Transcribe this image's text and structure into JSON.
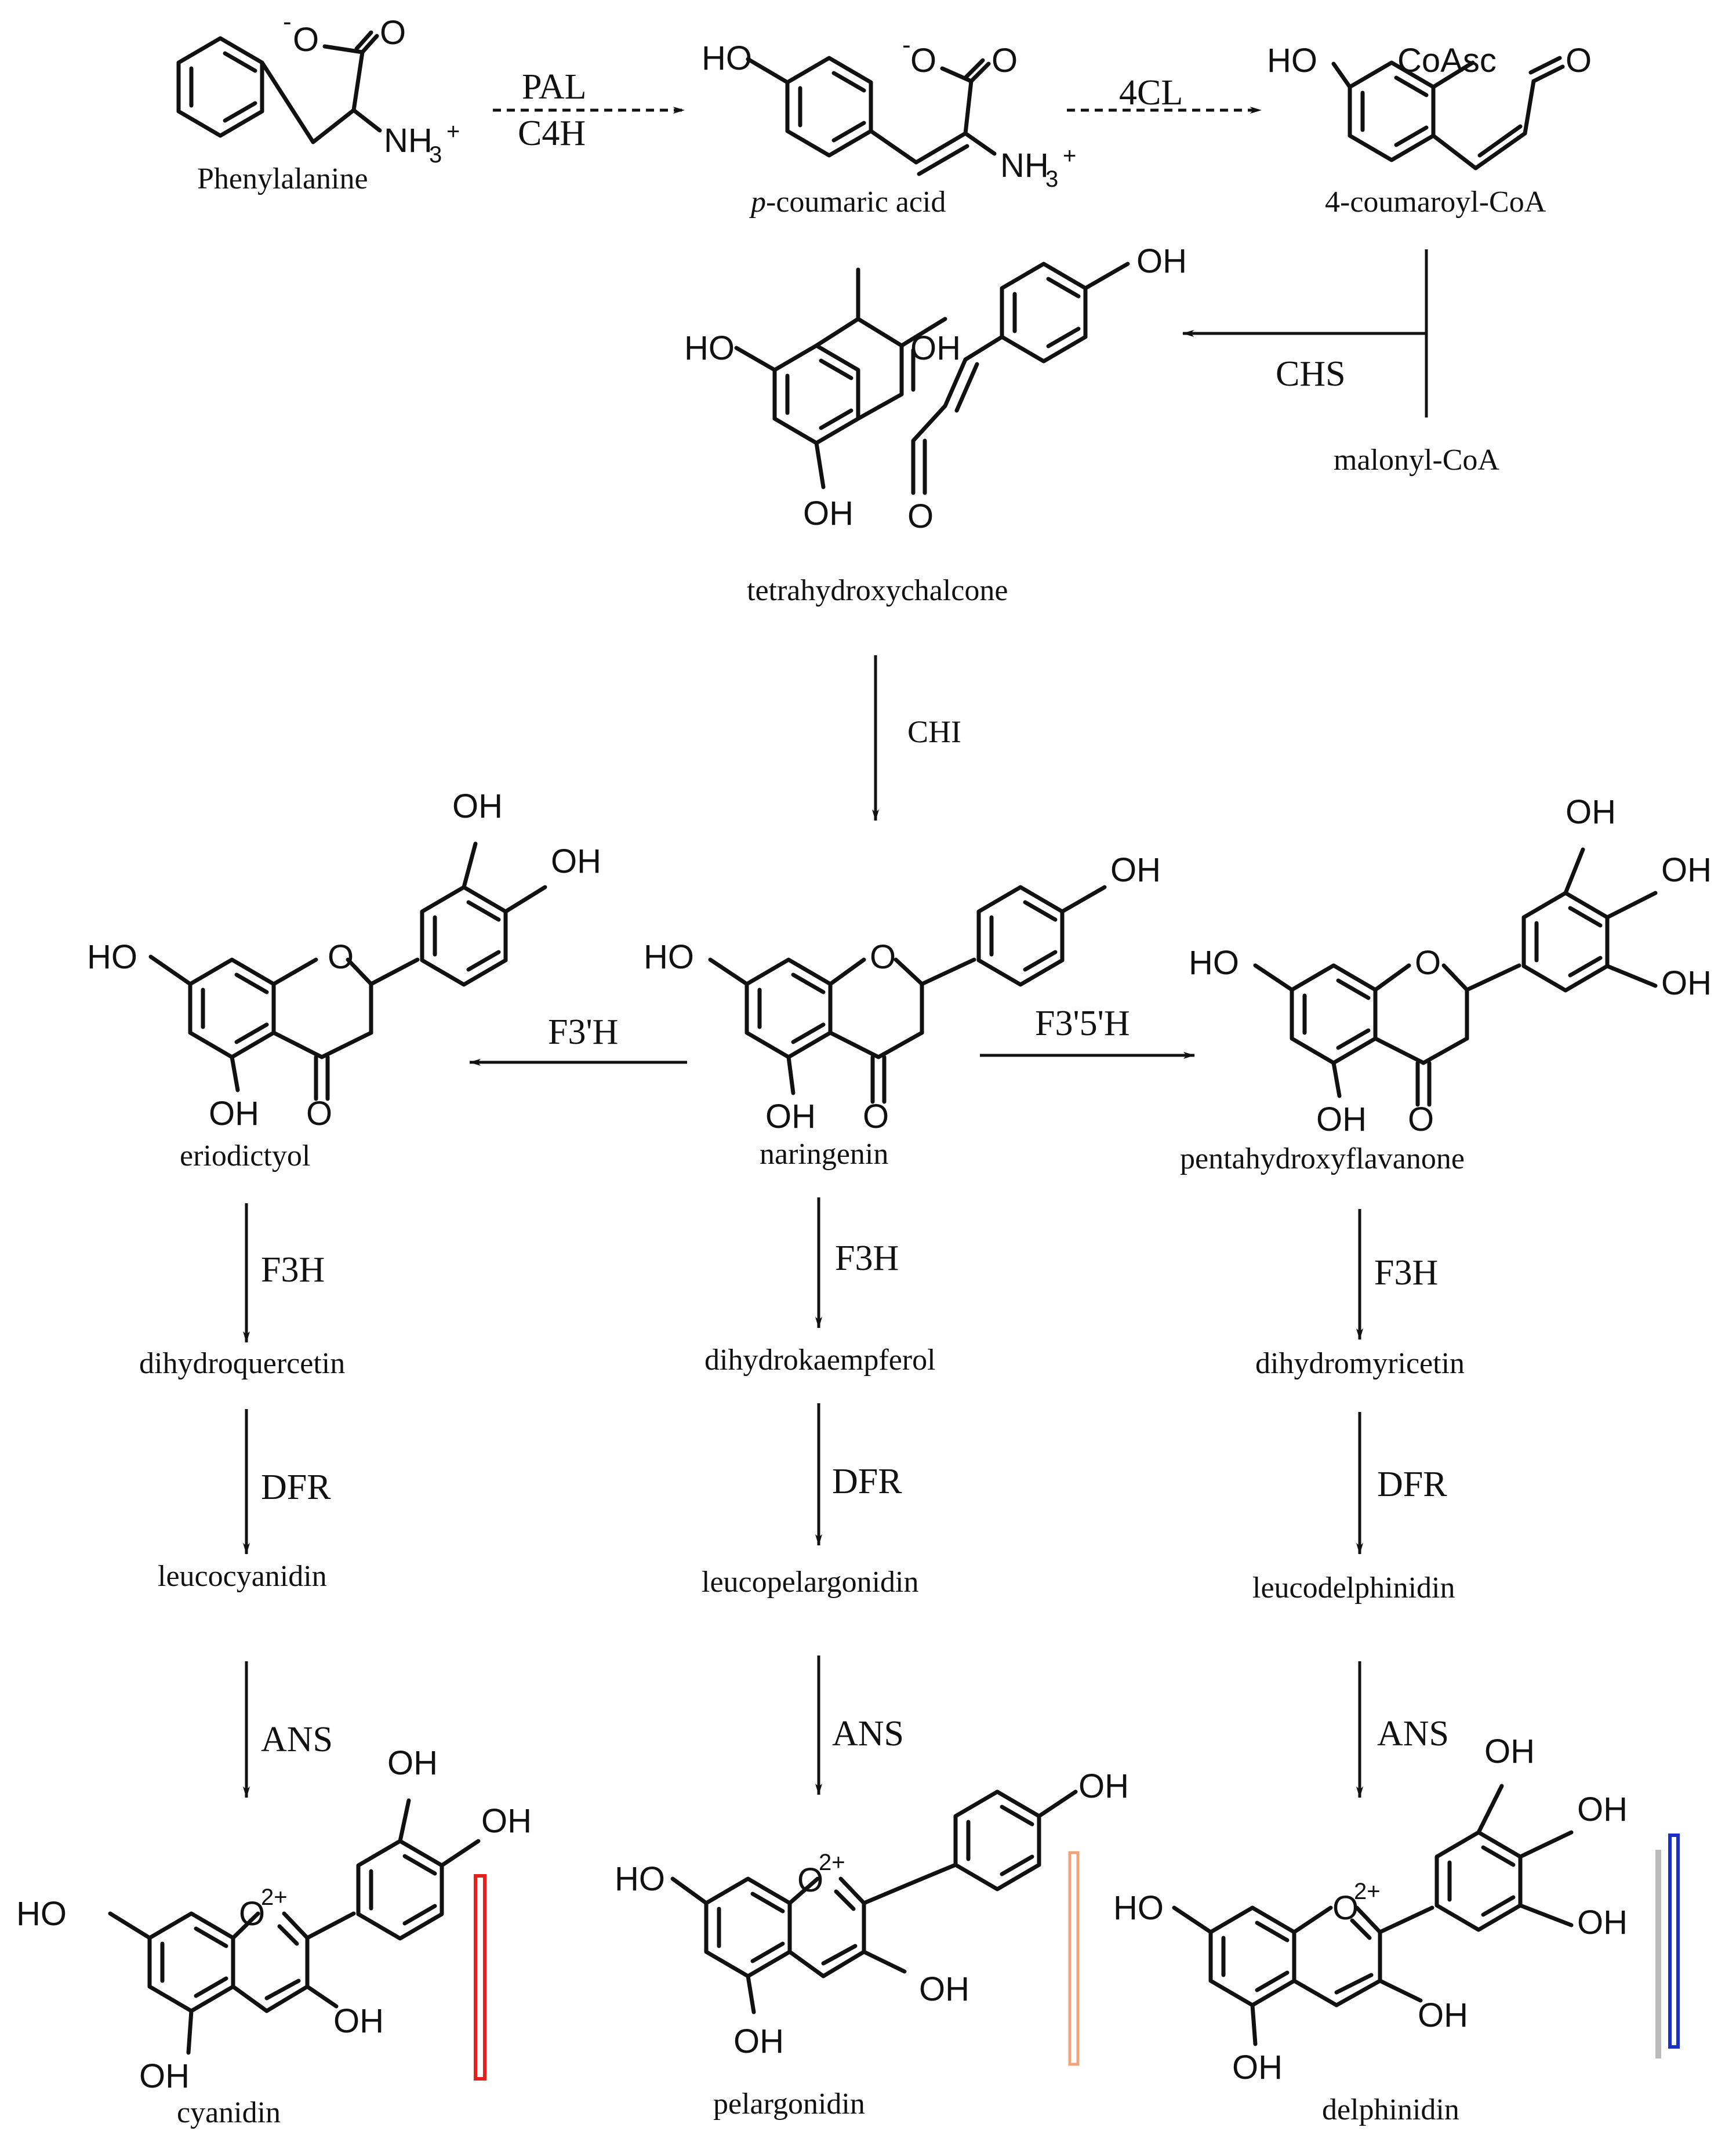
{
  "compounds": {
    "phenylalanine": "Phenylalanine",
    "p_coumaric_prefix": "p",
    "p_coumaric_rest": "-coumaric acid",
    "coumaroyl_coa": "4-coumaroyl-CoA",
    "malonyl_coa": "malonyl-CoA",
    "tetrahydroxychalcone": "tetrahydroxychalcone",
    "naringenin": "naringenin",
    "eriodictyol": "eriodictyol",
    "pentahydroxyflavanone": "pentahydroxyflavanone",
    "dihydroquercetin": "dihydroquercetin",
    "dihydrokaempferol": "dihydrokaempferol",
    "dihydromyricetin": "dihydromyricetin",
    "leucocyanidin": "leucocyanidin",
    "leucopelargonidin": "leucopelargonidin",
    "leucodelphinidin": "leucodelphinidin",
    "cyanidin": "cyanidin",
    "pelargonidin": "pelargonidin",
    "delphinidin": "delphinidin"
  },
  "enzymes": {
    "pal": "PAL",
    "c4h": "C4H",
    "c4l": "4CL",
    "chs": "CHS",
    "chi": "CHI",
    "f3h_prime": "F3'H",
    "f35h": "F3'5'H",
    "f3h": "F3H",
    "dfr": "DFR",
    "ans": "ANS"
  },
  "atoms": {
    "oh": "OH",
    "ho": "HO",
    "o": "O",
    "o_minus": "O",
    "minus": "-",
    "nh3": "NH",
    "nh3_sub": "3",
    "plus": "+",
    "coasc": "CoAsc",
    "charge": "2+"
  },
  "colors": {
    "cyanidin_bar": "#e8201c",
    "pelargonidin_bar": "#f0a47a",
    "delphinidin_bar": "#1c2fc4",
    "delphinidin_bar_gray": "#bbbbbb"
  }
}
